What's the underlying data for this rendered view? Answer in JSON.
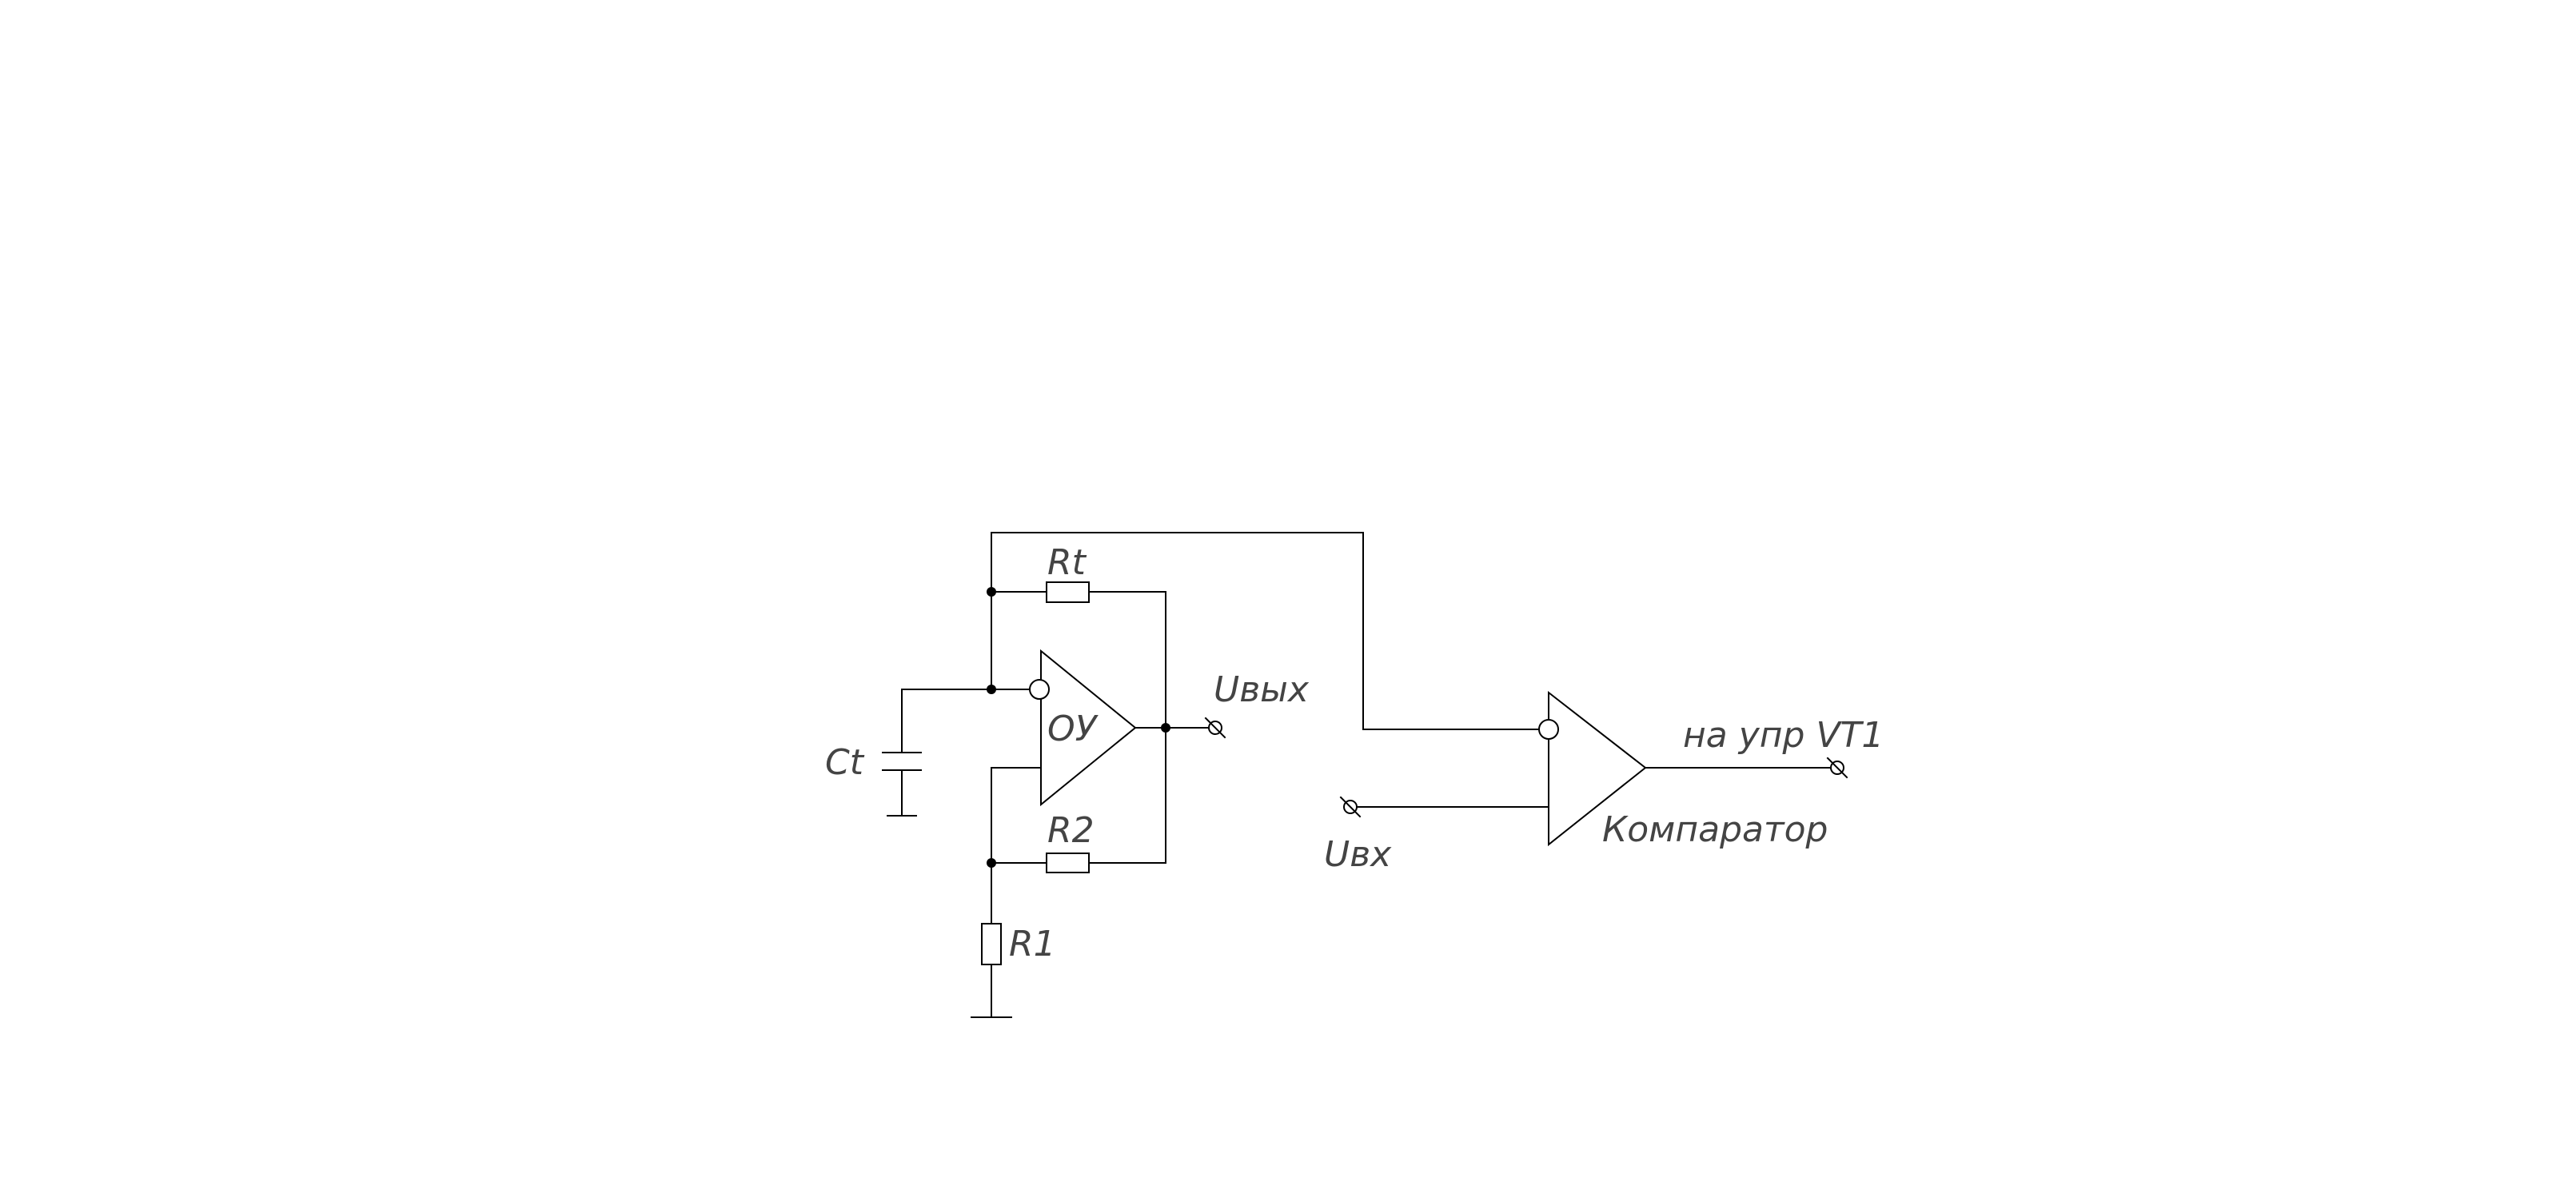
{
  "diagram": {
    "labels": {
      "rt": "Rt",
      "ct": "Ct",
      "ou": "ОУ",
      "uout": "Uвых",
      "r2": "R2",
      "r1": "R1",
      "uin": "Uвх",
      "control": "на  упр  VT1",
      "comparator": "Компаратор"
    },
    "colors": {
      "line": "#000000",
      "text": "#444444",
      "background": "#ffffff"
    }
  }
}
